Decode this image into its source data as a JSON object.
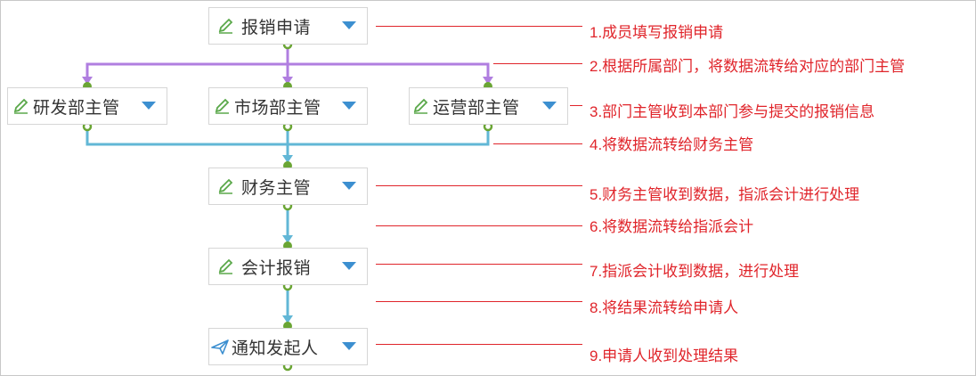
{
  "colors": {
    "node_text": "#333333",
    "caret": "#3c8fd0",
    "edit_icon": "#5aa84a",
    "send_icon": "#3c8fd0",
    "annotation": "#e0252b",
    "wire_purple": "#b07ee0",
    "wire_blue": "#62b7d6",
    "port": "#6aa534"
  },
  "nodes": [
    {
      "id": "apply",
      "label": "报销申请",
      "icon": "pencil-icon"
    },
    {
      "id": "rd",
      "label": "研发部主管",
      "icon": "pencil-icon"
    },
    {
      "id": "market",
      "label": "市场部主管",
      "icon": "pencil-icon"
    },
    {
      "id": "ops",
      "label": "运营部主管",
      "icon": "pencil-icon"
    },
    {
      "id": "finance",
      "label": "财务主管",
      "icon": "pencil-icon"
    },
    {
      "id": "account",
      "label": "会计报销",
      "icon": "pencil-icon"
    },
    {
      "id": "notify",
      "label": "通知发起人",
      "icon": "send-icon"
    }
  ],
  "annotations": [
    "1.成员填写报销申请",
    "2.根据所属部门，将数据流转给对应的部门主管",
    "3.部门主管收到本部门参与提交的报销信息",
    "4.将数据流转给财务主管",
    "5.财务主管收到数据，指派会计进行处理",
    "6.将数据流转给指派会计",
    "7.指派会计收到数据，进行处理",
    "8.将结果流转给申请人",
    "9.申请人收到处理结果"
  ]
}
